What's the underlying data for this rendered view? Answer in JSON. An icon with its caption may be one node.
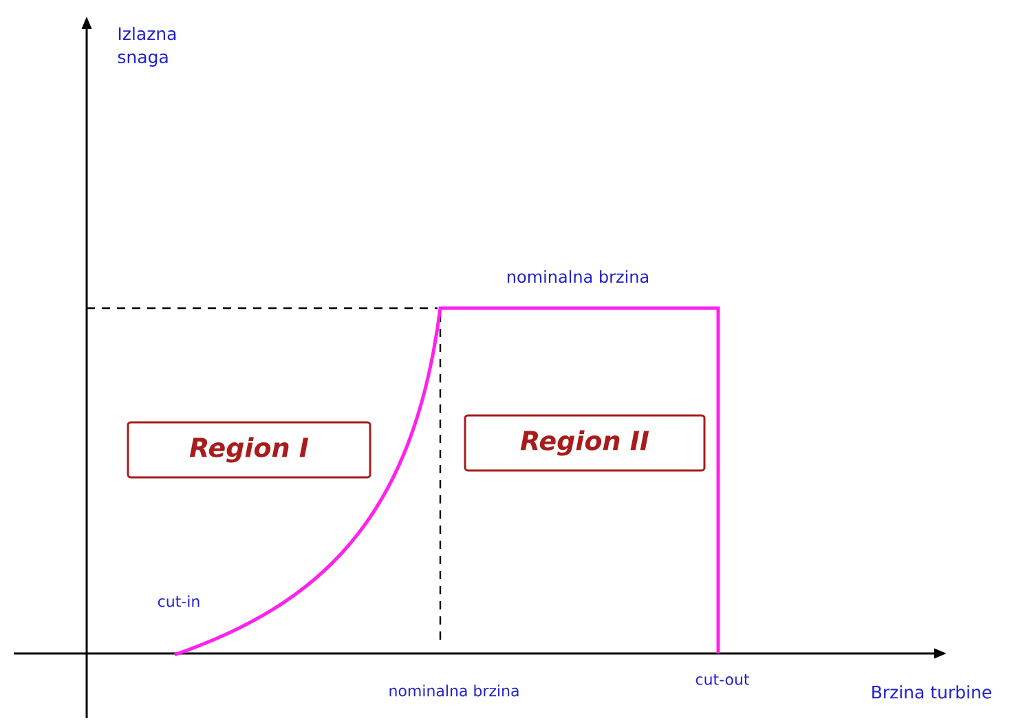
{
  "diagram": {
    "nodes": [
      {
        "text": [
          "Region I"
        ]
      },
      {
        "text": [
          "Region II"
        ]
      }
    ],
    "labels": [
      "Izlazna snaga",
      "nominalna brzina",
      "cut-in",
      "nominalna brzina",
      "cut-out",
      "Brzina turbine"
    ]
  }
}
